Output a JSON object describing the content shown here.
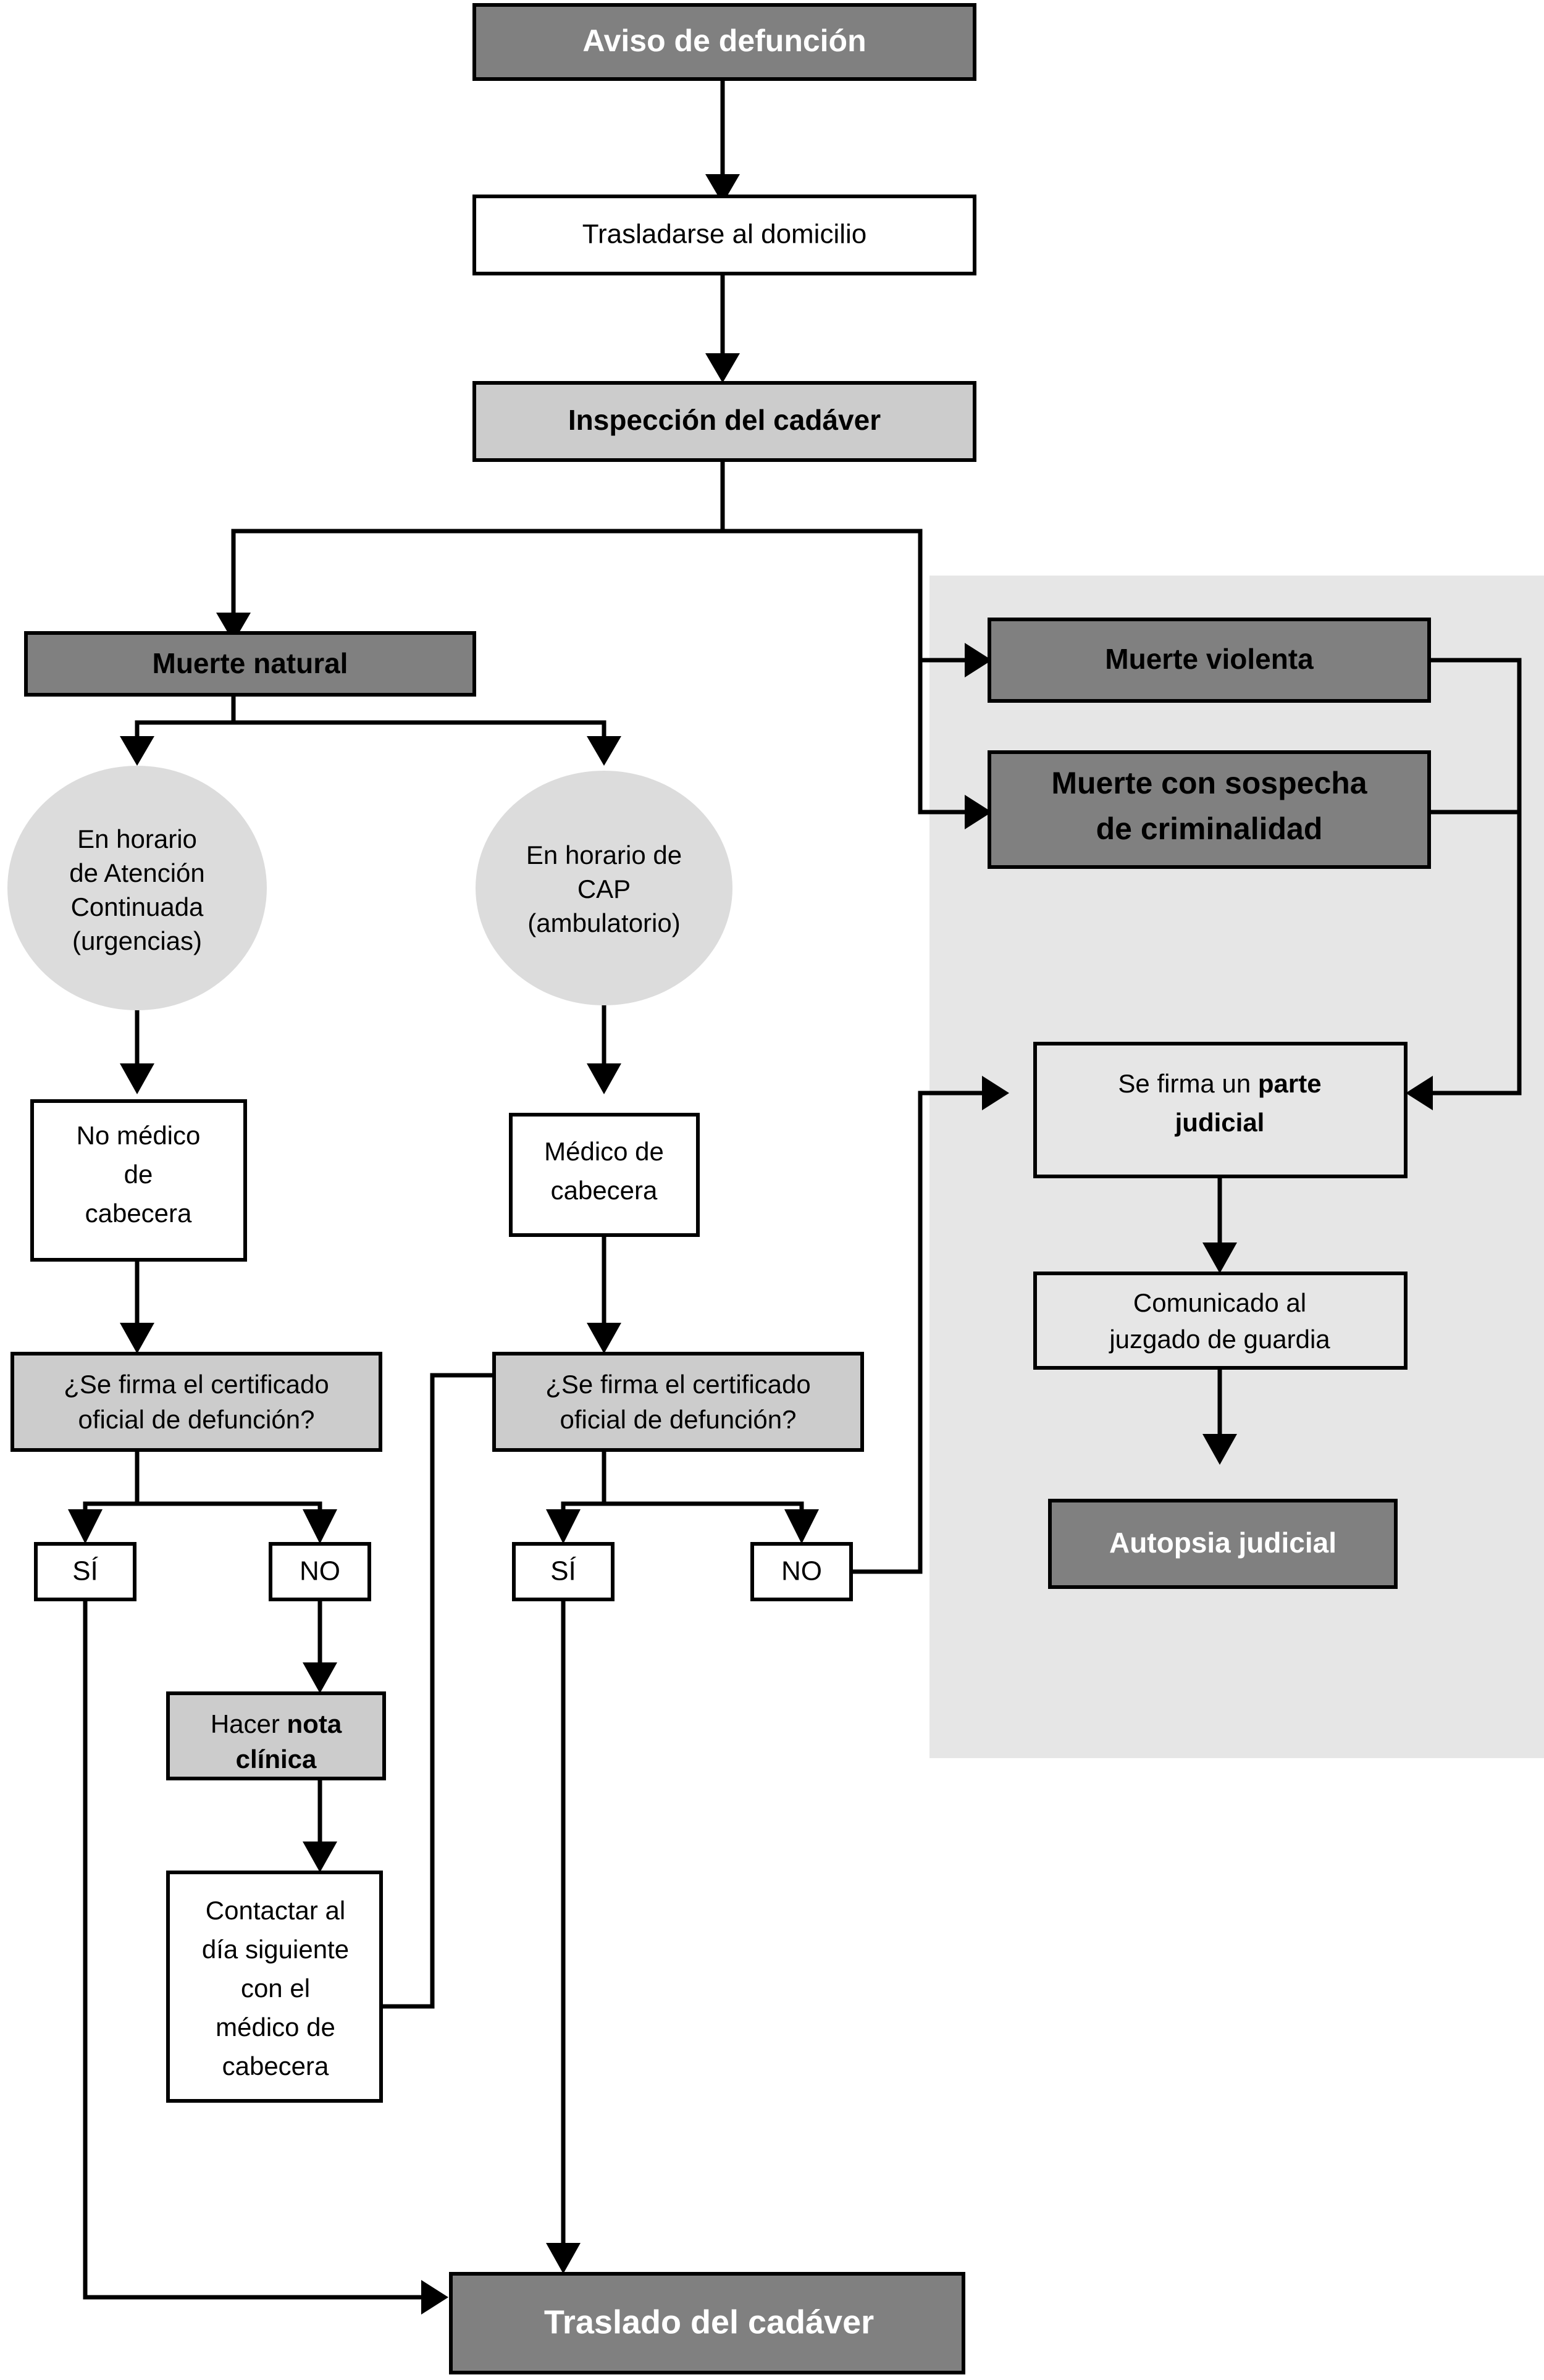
{
  "diagram": {
    "title": "Aviso de defunción",
    "language": "es",
    "colors": {
      "dark_gray_fill": "#808080",
      "light_gray_fill": "#cccccc",
      "circle_fill": "#dcdcdc",
      "panel_fill": "#e6e6e6",
      "white_fill": "#ffffff",
      "line_color": "#000000",
      "white_text": "#ffffff",
      "black_text": "#000000"
    }
  },
  "panel": {
    "name": "judicial-panel",
    "label": ""
  },
  "nodes": {
    "aviso": {
      "label": "Aviso de defunción",
      "lines": [
        "Aviso de defunción"
      ],
      "style": "dark",
      "text": "white",
      "weight": "bold"
    },
    "trasladarse": {
      "label": "Trasladarse al domicilio",
      "lines": [
        "Trasladarse al domicilio"
      ],
      "style": "white",
      "text": "black",
      "weight": "regular"
    },
    "inspeccion": {
      "label": "Inspección del cadáver",
      "lines": [
        "Inspección del cadáver"
      ],
      "style": "light",
      "text": "black",
      "weight": "bold"
    },
    "muerte_natural": {
      "label": "Muerte natural",
      "lines": [
        "Muerte natural"
      ],
      "style": "dark",
      "text": "black",
      "weight": "bold"
    },
    "muerte_violenta": {
      "label": "Muerte violenta",
      "lines": [
        "Muerte violenta"
      ],
      "style": "dark",
      "text": "black",
      "weight": "bold"
    },
    "muerte_sospecha": {
      "label": "Muerte con sospecha de criminalidad",
      "lines": [
        "Muerte con sospecha",
        "de criminalidad"
      ],
      "style": "dark",
      "text": "black",
      "weight": "bold"
    },
    "horario_ac": {
      "label": "En horario de Atención Continuada (urgencias)",
      "lines": [
        "En horario",
        "de Atención",
        "Continuada",
        "(urgencias)"
      ],
      "style": "circle",
      "text": "black",
      "weight": "regular"
    },
    "horario_cap": {
      "label": "En horario de CAP (ambulatorio)",
      "lines": [
        "En horario de",
        "CAP",
        "(ambulatorio)"
      ],
      "style": "circle",
      "text": "black",
      "weight": "regular"
    },
    "no_medico": {
      "label": "No médico de cabecera",
      "lines": [
        "No médico",
        "de",
        "cabecera"
      ],
      "style": "white",
      "text": "black",
      "weight": "regular"
    },
    "medico_cabecera": {
      "label": "Médico de cabecera",
      "lines": [
        "Médico de",
        "cabecera"
      ],
      "style": "white",
      "text": "black",
      "weight": "regular"
    },
    "decision_left": {
      "label": "¿Se firma el certificado oficial de defunción?",
      "lines": [
        "¿Se firma el certificado",
        "oficial de defunción?"
      ],
      "style": "light",
      "text": "black",
      "weight": "regular"
    },
    "decision_right": {
      "label": "¿Se firma el certificado oficial de defunción?",
      "lines": [
        "¿Se firma el certificado",
        "oficial de defunción?"
      ],
      "style": "light",
      "text": "black",
      "weight": "regular"
    },
    "si_left": {
      "label": "SÍ",
      "lines": [
        "SÍ"
      ],
      "style": "white",
      "text": "black",
      "weight": "regular"
    },
    "no_left": {
      "label": "NO",
      "lines": [
        "NO"
      ],
      "style": "white",
      "text": "black",
      "weight": "regular"
    },
    "si_right": {
      "label": "SÍ",
      "lines": [
        "SÍ"
      ],
      "style": "white",
      "text": "black",
      "weight": "regular"
    },
    "no_right": {
      "label": "NO",
      "lines": [
        "NO"
      ],
      "style": "white",
      "text": "black",
      "weight": "regular"
    },
    "nota_clinica": {
      "label": "Hacer nota clínica",
      "lines": [
        "Hacer nota",
        "clínica"
      ],
      "bold_part": "nota clínica",
      "style": "light",
      "text": "black",
      "weight": "mixed"
    },
    "contactar": {
      "label": "Contactar al día siguiente con el médico de cabecera",
      "lines": [
        "Contactar al",
        "día siguiente",
        "con el",
        "médico de",
        "cabecera"
      ],
      "style": "white",
      "text": "black",
      "weight": "regular"
    },
    "parte_judicial": {
      "label": "Se firma un parte judicial",
      "lines": [
        "Se firma un parte",
        "judicial"
      ],
      "bold_part": "parte judicial",
      "style": "transparent",
      "text": "black",
      "weight": "mixed"
    },
    "comunicado": {
      "label": "Comunicado al juzgado de guardia",
      "lines": [
        "Comunicado al",
        "juzgado de guardia"
      ],
      "style": "transparent",
      "text": "black",
      "weight": "regular"
    },
    "autopsia": {
      "label": "Autopsia judicial",
      "lines": [
        "Autopsia judicial"
      ],
      "style": "dark",
      "text": "white",
      "weight": "bold"
    },
    "traslado": {
      "label": "Traslado del cadáver",
      "lines": [
        "Traslado del cadáver"
      ],
      "style": "dark",
      "text": "white",
      "weight": "bold"
    }
  },
  "edges": [
    {
      "name": "aviso-to-trasladarse",
      "from": "aviso",
      "to": "trasladarse"
    },
    {
      "name": "trasladarse-to-inspeccion",
      "from": "trasladarse",
      "to": "inspeccion"
    },
    {
      "name": "inspeccion-to-muerte-natural",
      "from": "inspeccion",
      "to": "muerte_natural"
    },
    {
      "name": "inspeccion-to-muerte-violenta",
      "from": "inspeccion",
      "to": "muerte_violenta"
    },
    {
      "name": "inspeccion-to-muerte-sospecha",
      "from": "inspeccion",
      "to": "muerte_sospecha"
    },
    {
      "name": "muerte-natural-to-horario-ac",
      "from": "muerte_natural",
      "to": "horario_ac"
    },
    {
      "name": "muerte-natural-to-horario-cap",
      "from": "muerte_natural",
      "to": "horario_cap"
    },
    {
      "name": "horario-ac-to-no-medico",
      "from": "horario_ac",
      "to": "no_medico"
    },
    {
      "name": "horario-cap-to-medico-cabecera",
      "from": "horario_cap",
      "to": "medico_cabecera"
    },
    {
      "name": "no-medico-to-decision-left",
      "from": "no_medico",
      "to": "decision_left"
    },
    {
      "name": "medico-cabecera-to-decision-right",
      "from": "medico_cabecera",
      "to": "decision_right"
    },
    {
      "name": "decision-left-to-si",
      "from": "decision_left",
      "to": "si_left"
    },
    {
      "name": "decision-left-to-no",
      "from": "decision_left",
      "to": "no_left"
    },
    {
      "name": "decision-right-to-si",
      "from": "decision_right",
      "to": "si_right"
    },
    {
      "name": "decision-right-to-no",
      "from": "decision_right",
      "to": "no_right"
    },
    {
      "name": "no-left-to-nota-clinica",
      "from": "no_left",
      "to": "nota_clinica"
    },
    {
      "name": "nota-clinica-to-contactar",
      "from": "nota_clinica",
      "to": "contactar"
    },
    {
      "name": "contactar-to-decision-right",
      "from": "contactar",
      "to": "decision_right"
    },
    {
      "name": "si-left-to-traslado",
      "from": "si_left",
      "to": "traslado"
    },
    {
      "name": "si-right-to-traslado",
      "from": "si_right",
      "to": "traslado"
    },
    {
      "name": "no-right-to-parte-judicial",
      "from": "no_right",
      "to": "parte_judicial"
    },
    {
      "name": "muerte-violenta-to-parte-judicial",
      "from": "muerte_violenta",
      "to": "parte_judicial"
    },
    {
      "name": "muerte-sospecha-to-parte-judicial",
      "from": "muerte_sospecha",
      "to": "parte_judicial"
    },
    {
      "name": "parte-judicial-to-comunicado",
      "from": "parte_judicial",
      "to": "comunicado"
    },
    {
      "name": "comunicado-to-autopsia",
      "from": "comunicado",
      "to": "autopsia"
    }
  ]
}
